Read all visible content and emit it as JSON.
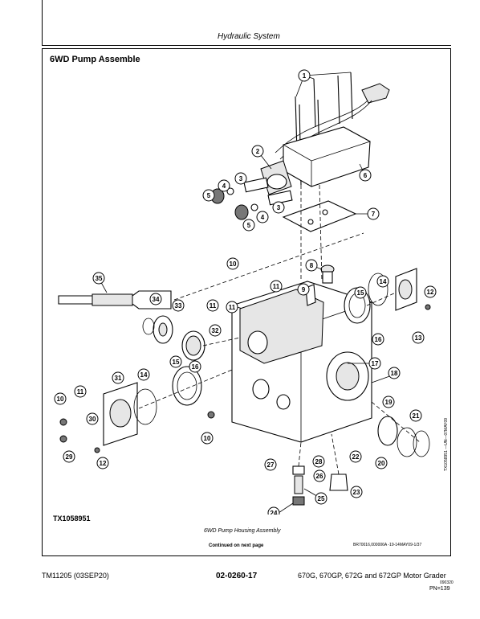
{
  "header": {
    "section": "Hydraulic System"
  },
  "figure": {
    "title": "6WD Pump Assemble",
    "diagram_id": "TX1058951",
    "caption": "6WD Pump Housing Assembly",
    "continued": "Continued on next page",
    "doc_ref": "BR70016,000006A -19-14MAY09-1/37",
    "side_ref": "TX1058951 —UN—07MAY09",
    "callouts": [
      "1",
      "2",
      "3",
      "3",
      "4",
      "4",
      "5",
      "5",
      "6",
      "7",
      "8",
      "9",
      "10",
      "10",
      "10",
      "11",
      "11",
      "11",
      "11",
      "12",
      "12",
      "13",
      "14",
      "14",
      "15",
      "15",
      "16",
      "16",
      "17",
      "18",
      "19",
      "20",
      "21",
      "22",
      "23",
      "24",
      "25",
      "26",
      "27",
      "28",
      "29",
      "30",
      "31",
      "32",
      "33",
      "34",
      "35"
    ]
  },
  "footer": {
    "left": "TM11205 (03SEP20)",
    "center": "02-0260-17",
    "right": "670G, 670GP, 672G and 672GP Motor Grader",
    "date": "090320",
    "page": "PN=139"
  }
}
